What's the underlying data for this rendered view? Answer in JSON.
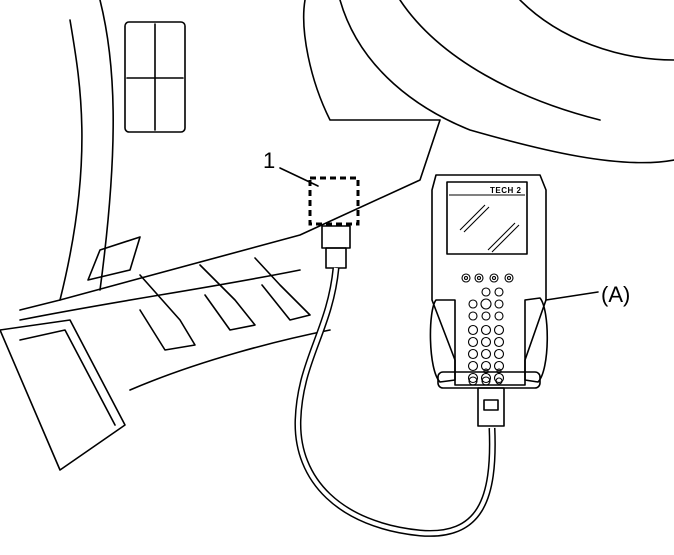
{
  "labels": {
    "callout_1": "1",
    "callout_a": "(A)",
    "device_name": "TECH 2"
  }
}
